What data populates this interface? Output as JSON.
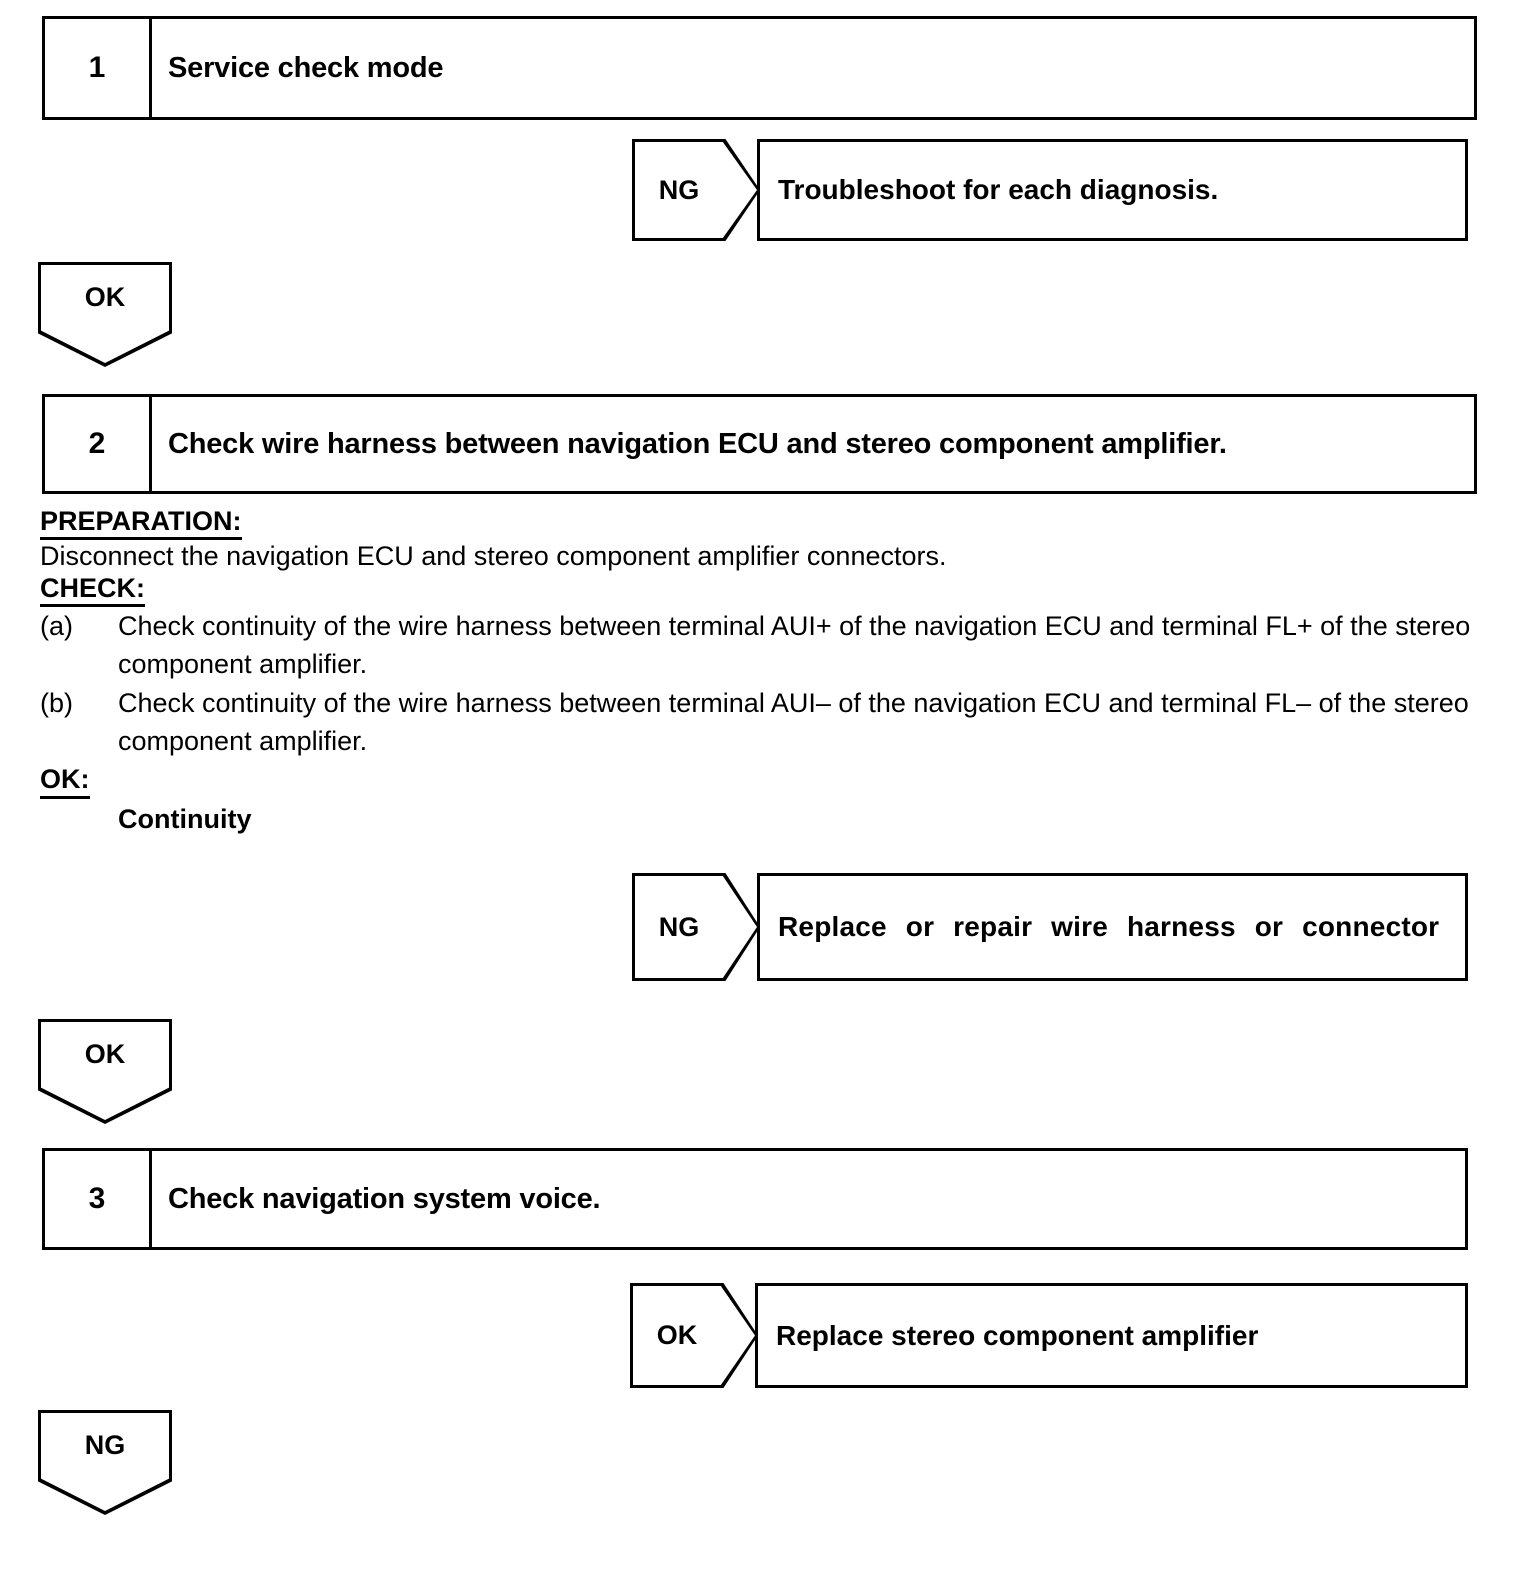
{
  "document": {
    "type": "diagnostic-flowchart",
    "title": "Navigation ECU / Stereo Component Amplifier Troubleshooting"
  },
  "steps": [
    {
      "number": "1",
      "title": "Service check mode",
      "branch": {
        "tag": "NG",
        "result": "Troubleshoot for each diagnosis."
      },
      "connector": "OK"
    },
    {
      "number": "2",
      "title": "Check wire harness between navigation ECU and stereo component amplifier.",
      "branch": {
        "tag": "NG",
        "result": "Replace or repair wire harness or connector"
      },
      "connector": "OK"
    },
    {
      "number": "3",
      "title": "Check navigation system voice.",
      "branch": {
        "tag": "OK",
        "result": "Replace stereo component amplifier"
      },
      "connector": "NG"
    }
  ],
  "detail": {
    "preparation_label": "PREPARATION:",
    "preparation_text": "Disconnect the navigation ECU and stereo component amplifier connectors.",
    "check_label": "CHECK:",
    "checks": [
      {
        "mark": "(a)",
        "line1": "Check continuity of the wire harness between terminal AUI+ of the navigation ECU and terminal FL+",
        "line2": "of the stereo component amplifier."
      },
      {
        "mark": "(b)",
        "line1": "Check continuity of the wire harness between terminal AUI– of the navigation ECU and terminal FL–",
        "line2": "of the stereo component amplifier."
      }
    ],
    "ok_label": "OK:",
    "ok_value": "Continuity"
  },
  "colors": {
    "ink": "#000000",
    "paper": "#ffffff"
  }
}
